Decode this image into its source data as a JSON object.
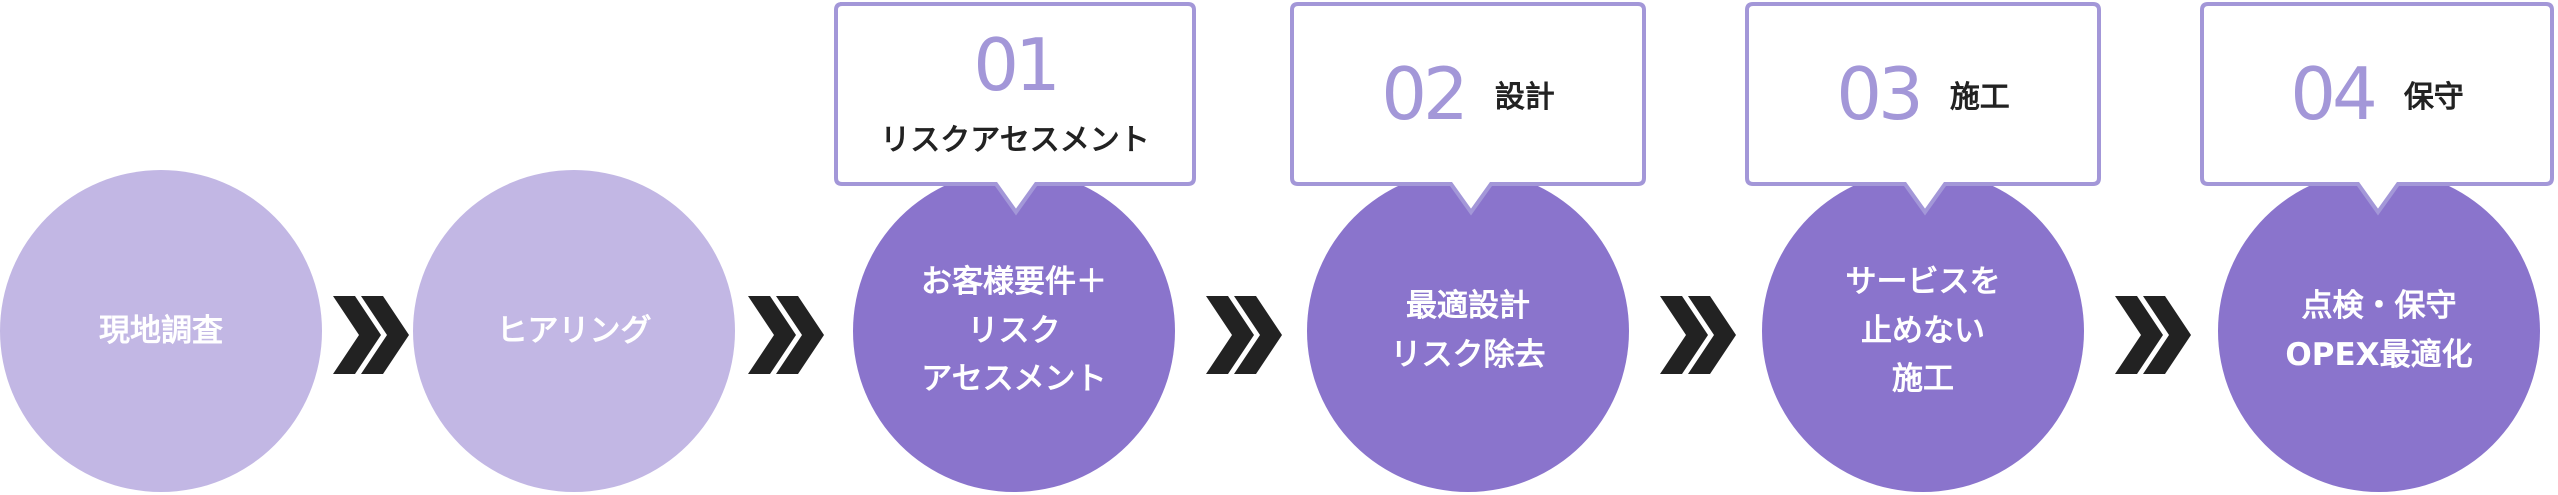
{
  "colors": {
    "light_circle": "#C2B7E4",
    "dark_circle": "#8A74CC",
    "callout_border": "#A397D8",
    "number": "#A397D8",
    "label": "#222222",
    "arrow": "#222222"
  },
  "steps": [
    {
      "text": "現地調査",
      "tone": "light"
    },
    {
      "text": "ヒアリング",
      "tone": "light"
    },
    {
      "text": "お客様要件＋\nリスク\nアセスメント",
      "tone": "dark"
    },
    {
      "text": "最適設計\nリスク除去",
      "tone": "dark"
    },
    {
      "text": "サービスを\n止めない\n施工",
      "tone": "dark"
    },
    {
      "text": "点検・保守\nOPEX最適化",
      "tone": "dark"
    }
  ],
  "callouts": [
    {
      "number": "01",
      "label": "リスクアセスメント",
      "layout": "stacked"
    },
    {
      "number": "02",
      "label": "設計",
      "layout": "inline"
    },
    {
      "number": "03",
      "label": "施工",
      "layout": "inline"
    },
    {
      "number": "04",
      "label": "保守",
      "layout": "inline"
    }
  ],
  "connectors": [
    "chevron-double",
    "chevron-double",
    "chevron-double",
    "chevron-double",
    "chevron-double"
  ]
}
